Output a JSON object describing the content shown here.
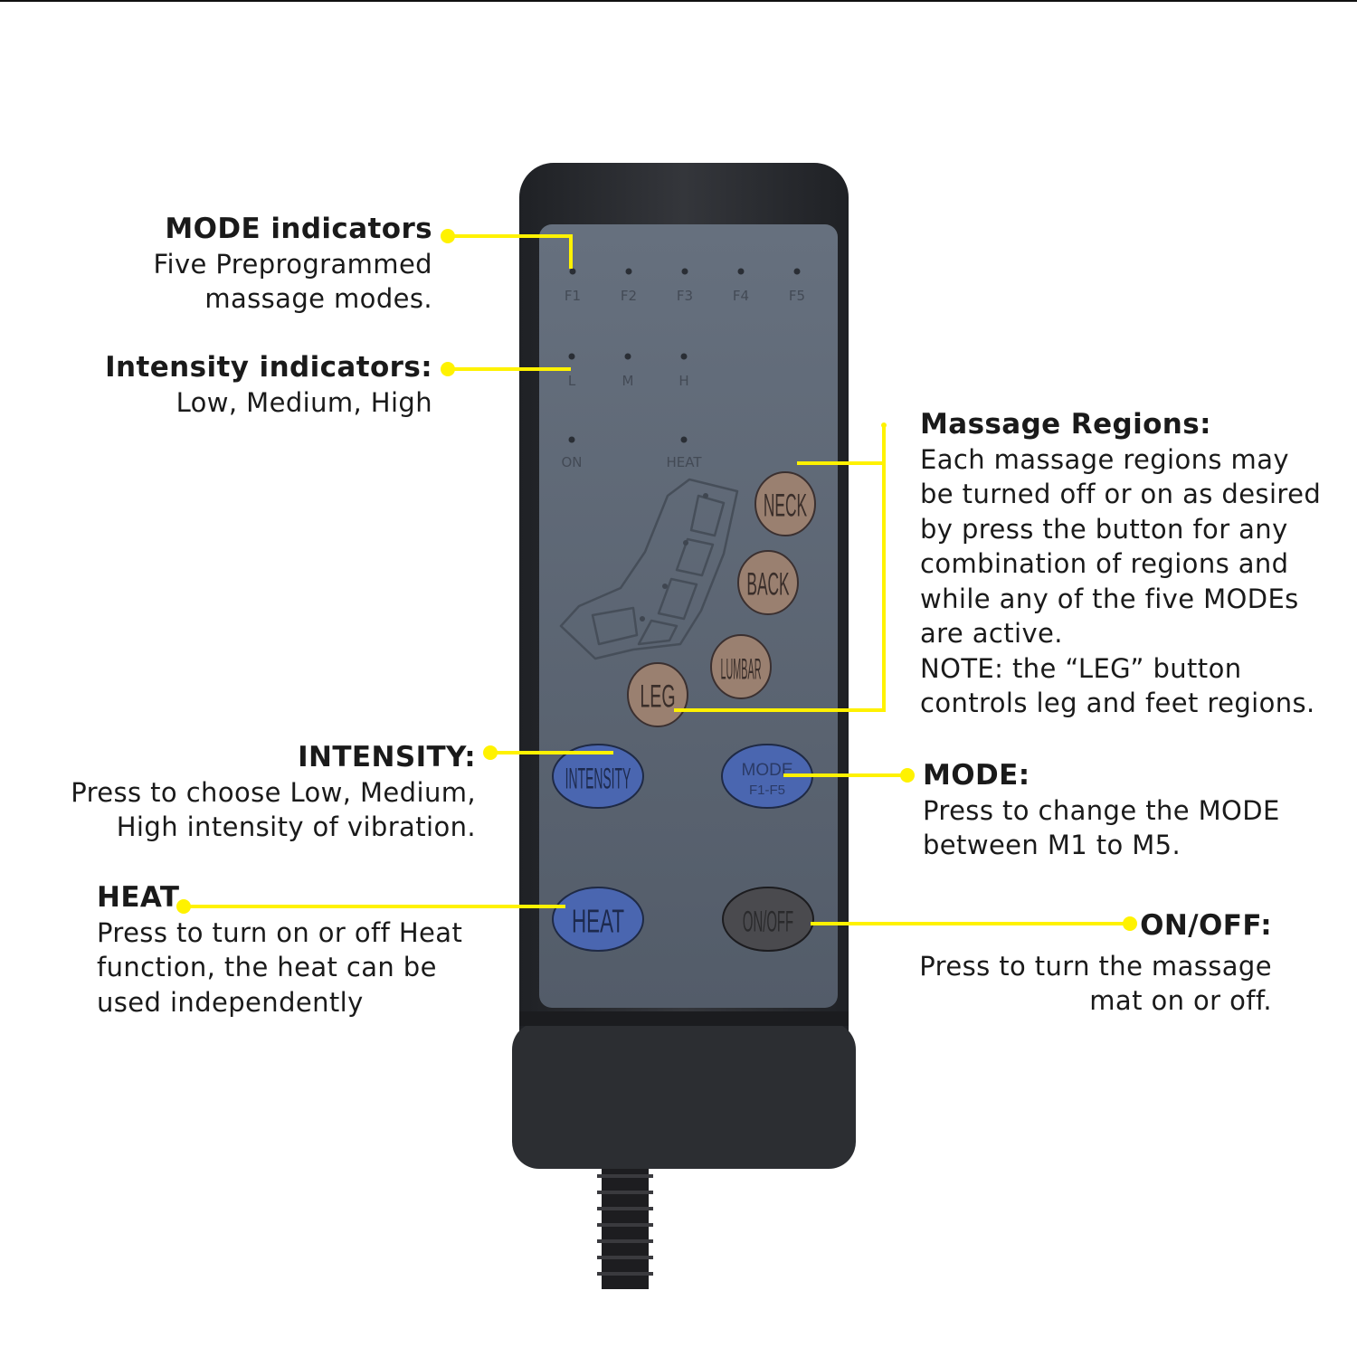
{
  "colors": {
    "accent_yellow": "#fff200",
    "remote_body": "#2b2d31",
    "panel": "#5a6472",
    "region_button": "#9a8070",
    "blue_button": "#4a66b0",
    "onoff_button": "#4a4a4e"
  },
  "remote": {
    "mode_leds": [
      "F1",
      "F2",
      "F3",
      "F4",
      "F5"
    ],
    "intensity_leds": [
      "L",
      "M",
      "H"
    ],
    "status_leds": [
      "ON",
      "HEAT"
    ],
    "region_buttons": {
      "neck": "NECK",
      "back": "BACK",
      "lumbar": "LUMBAR",
      "leg": "LEG"
    },
    "intensity_button": "INTENSITY",
    "mode_button": [
      "MODE",
      "F1-F5"
    ],
    "heat_button": "HEAT",
    "onoff_button": "ON/OFF"
  },
  "callouts": {
    "mode_indicators": {
      "title": "MODE indicators",
      "body": "Five Preprogrammed\nmassage modes."
    },
    "intensity_indicators": {
      "title": "Intensity indicators:",
      "body": "Low, Medium, High"
    },
    "massage_regions": {
      "title": "Massage Regions:",
      "body": "Each massage regions may\nbe turned off or on as desired\nby press the button for any\ncombination of regions and\nwhile any of the five MODEs\nare active.\nNOTE: the “LEG” button\ncontrols leg and feet regions."
    },
    "intensity": {
      "title": "INTENSITY:",
      "body": "Press to choose Low, Medium,\nHigh intensity of vibration."
    },
    "mode": {
      "title": "MODE:",
      "body": "Press to change the MODE\nbetween M1 to M5."
    },
    "heat": {
      "title": "HEAT",
      "body": "Press to turn on or off Heat\nfunction, the heat can be\nused independently"
    },
    "onoff": {
      "title": "ON/OFF:",
      "body": "Press to turn the massage\nmat on or off."
    }
  }
}
